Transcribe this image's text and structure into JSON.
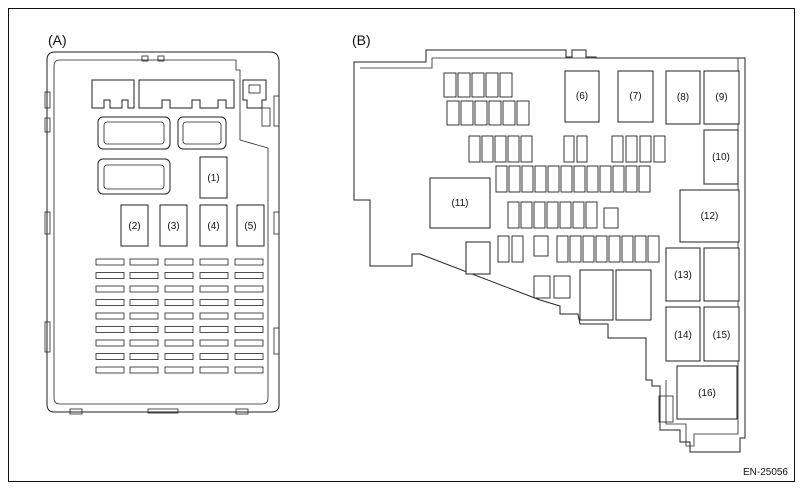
{
  "figure": {
    "panel_a_label": "(A)",
    "panel_b_label": "(B)",
    "code": "EN-25056"
  },
  "panel_a": {
    "relays": [
      {
        "id": "a1",
        "label": "(1)"
      },
      {
        "id": "a2",
        "label": "(2)"
      },
      {
        "id": "a3",
        "label": "(3)"
      },
      {
        "id": "a4",
        "label": "(4)"
      },
      {
        "id": "a5",
        "label": "(5)"
      }
    ]
  },
  "panel_b": {
    "relays": [
      {
        "id": "b6",
        "label": "(6)"
      },
      {
        "id": "b7",
        "label": "(7)"
      },
      {
        "id": "b8",
        "label": "(8)"
      },
      {
        "id": "b9",
        "label": "(9)"
      },
      {
        "id": "b10",
        "label": "(10)"
      },
      {
        "id": "b11",
        "label": "(11)"
      },
      {
        "id": "b12",
        "label": "(12)"
      },
      {
        "id": "b13",
        "label": "(13)"
      },
      {
        "id": "b14",
        "label": "(14)"
      },
      {
        "id": "b15",
        "label": "(15)"
      },
      {
        "id": "b16",
        "label": "(16)"
      }
    ]
  }
}
